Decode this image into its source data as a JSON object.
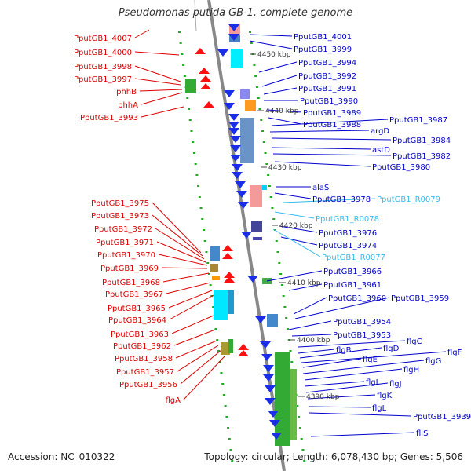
{
  "title": "Pseudomonas putida GB-1, complete genome",
  "accession": "Accession: NC_010322",
  "summary": "Topology: circular; Length: 6,078,430 bp; Genes: 5,506",
  "colors": {
    "left_label": "#dd0000",
    "right_label": "#0000cc",
    "rna_label": "#33bbee",
    "tick": "#22aa22",
    "axis": "#888888"
  },
  "ruler": [
    "4450 kbp",
    "4440 kbp",
    "4430 kbp",
    "4420 kbp",
    "4410 kbp",
    "4400 kbp",
    "4390 kbp"
  ],
  "left_labels": [
    "PputGB1_4007",
    "PputGB1_4000",
    "PputGB1_3998",
    "PputGB1_3997",
    "phhB",
    "phhA",
    "PputGB1_3993",
    "PputGB1_3975",
    "PputGB1_3973",
    "PputGB1_3972",
    "PputGB1_3971",
    "PputGB1_3970",
    "PputGB1_3969",
    "PputGB1_3968",
    "PputGB1_3967",
    "PputGB1_3965",
    "PputGB1_3964",
    "PputGB1_3963",
    "PputGB1_3962",
    "PputGB1_3958",
    "PputGB1_3957",
    "PputGB1_3956",
    "flgA"
  ],
  "right_labels": [
    "PputGB1_4001",
    "PputGB1_3999",
    "PputGB1_3994",
    "PputGB1_3992",
    "PputGB1_3991",
    "PputGB1_3990",
    "PputGB1_3989",
    "PputGB1_3988",
    "PputGB1_3987",
    "argD",
    "PputGB1_3984",
    "astD",
    "PputGB1_3982",
    "PputGB1_3980",
    "alaS",
    "PputGB1_3978",
    "PputGB1_R0079",
    "PputGB1_R0078",
    "PputGB1_3976",
    "PputGB1_3974",
    "PputGB1_R0077",
    "PputGB1_3966",
    "PputGB1_3961",
    "PputGB1_3960",
    "PputGB1_3959",
    "PputGB1_3954",
    "PputGB1_3953",
    "flgC",
    "flgB",
    "flgD",
    "flgF",
    "flgE",
    "flgG",
    "flgH",
    "flgI",
    "flgJ",
    "flgK",
    "flgL",
    "PputGB1_3939",
    "fliS"
  ]
}
